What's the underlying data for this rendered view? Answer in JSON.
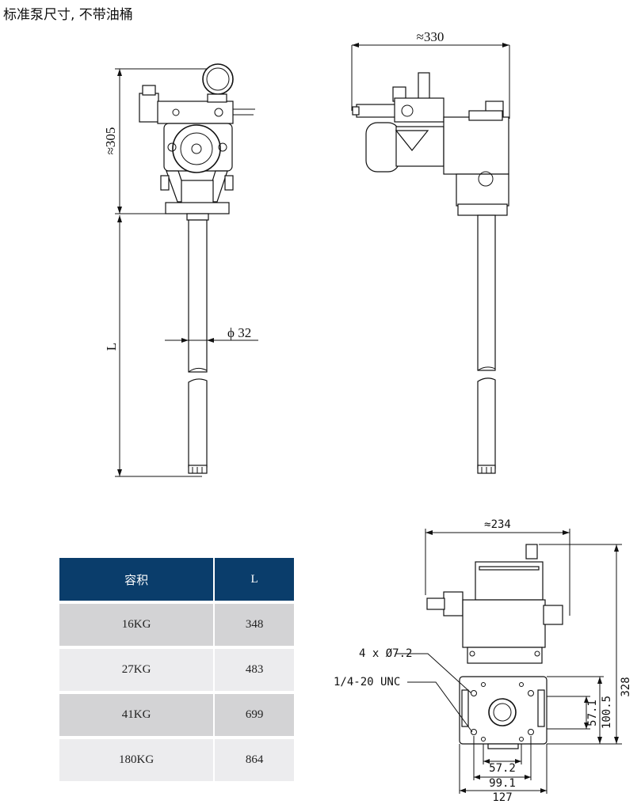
{
  "title": "标准泵尺寸, 不带油桶",
  "front_view": {
    "height_label": "≈305",
    "length_label": "L",
    "tube_diameter_label": "ϕ 32"
  },
  "side_view": {
    "width_label": "≈330"
  },
  "bottom_view": {
    "width_label": "≈234",
    "height_label": "328",
    "holes_label": "4 x Ø7.2",
    "thread_label": "1/4-20 UNC",
    "dim_57_1": "57.1",
    "dim_100_5": "100.5",
    "dim_57_2": "57.2",
    "dim_99_1": "99.1",
    "dim_127": "127"
  },
  "table": {
    "headers": [
      "容积",
      "L"
    ],
    "rows": [
      [
        "16KG",
        "348"
      ],
      [
        "27KG",
        "483"
      ],
      [
        "41KG",
        "699"
      ],
      [
        "180KG",
        "864"
      ]
    ]
  }
}
